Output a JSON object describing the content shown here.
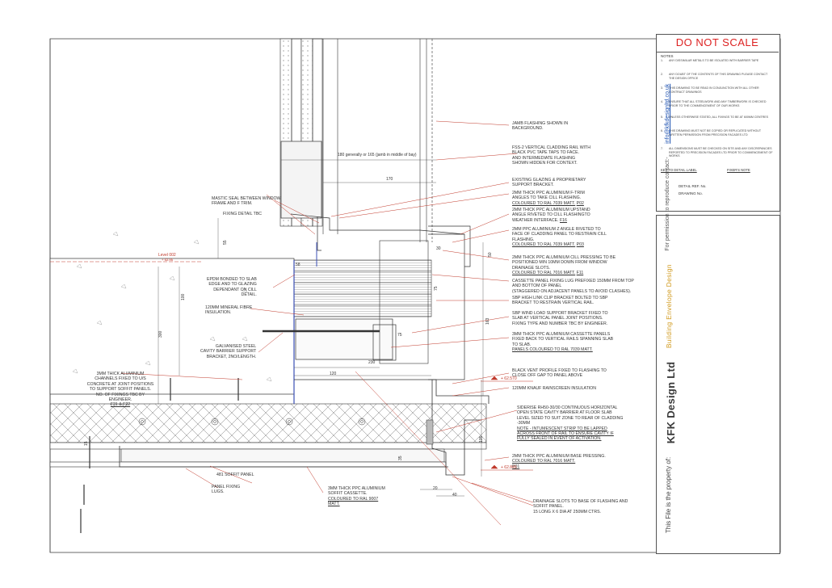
{
  "title_block": {
    "do_not_scale": "DO NOT SCALE",
    "notes_heading": "NOTES",
    "notes": [
      {
        "num": "1.",
        "text": "ANY DISSIMILAR METALS TO BE ISOLATED WITH BARRIER TAPE"
      },
      {
        "num": "2.",
        "text": "ANY DOUBT OF THE CONTENTS OF THIS DRAWING PLEASE CONTACT THE DESIGN OFFICE"
      },
      {
        "num": "3.",
        "text": "THIS DRAWING TO BE READ IN CONJUNCTION WITH ALL OTHER CONTRACT DRAWINGS"
      },
      {
        "num": "4.",
        "text": "ENSURE THAT ALL STEELWORK AND ANY TIMBERWORK IS CHECKED PRIOR TO THE COMMENCEMENT OF OUR WORKS"
      },
      {
        "num": "5.",
        "text": "UNLESS OTHERWISE STATED, ALL FIXINGS TO BE AT 600mm CENTRES"
      },
      {
        "num": "6.",
        "text": "THIS DRAWING MUST NOT BE COPIED OR REPLICATED WITHOUT WRITTEN PERMISSION FROM PRECISION FACADES LTD"
      },
      {
        "num": "7.",
        "text": "ALL DIMENSIONS MUST BE CHECKED ON SITE AND ANY DISCREPANCIES REPORTED TO PRECISION FACADES LTD PRIOR TO COMMENCEMENT OF WORKS"
      }
    ],
    "key_left": "KEY TO DETAIL LABEL",
    "key_right": "FIXER'S NOTE",
    "detail_ref": "DETAIL REF. No.",
    "drawing_no": "DRAWING No.",
    "ownership": "This File is the property of:",
    "company": "KFK Design Ltd",
    "tagline": "Building Envelope Design",
    "permission": "For permission to reproduce contact:-",
    "email": "info@kfkdesignltd.co.uk"
  },
  "labels": {
    "jamb_flashing": "JAMB FLASHING SHOWN IN\nBACKGROUND.",
    "fss2_rail": "FSS-2 VERTICAL CLADDING RAIL WITH\nBLACK PVC TAPE TAPS TO FACE.\nAND INTERMEDIATE FLASHING\nSHOWN HIDDEN FOR CONTEXT.",
    "mastic_seal": "MASTIC SEAL BETWEEN WINDOW\nFRAME AND F TRIM.",
    "fixing_detail": "FIXING DETAIL TBC",
    "existing_glazing": "EXISTING GLAZING & PROPRIETARY\nSUPPORT BRACKET.",
    "ftrim_1": "2mm THICK PPC ALUMINIUM F-TRIM\nANGLES TO TAKE CILL FLASHING.",
    "ftrim_2": "COLOURED TO RAL 7039 MATT.",
    "ftrim_ref": "P02",
    "upstand_1": "2mm THICK PPC ALUMINIUM UPSTAND\nANGLE RIVETED TO CILL FLASHINGTO\nWEATHER INTERFACE.",
    "upstand_ref": "F16",
    "zangle_1": "2MM PPC ALUMINIUM Z ANGLE RIVETED TO\nFACE OF CLADDING PANEL TO RESTRAIN CILL\nFLASHING.",
    "zangle_2": "COLOURED TO RAL 7039 MATT.",
    "zangle_ref": "P03",
    "cill_pressing_1": "2MM THICK PPC ALUMINIUM CILL PRESSING TO BE\nPOSITIONED MIN 10MM DOWN FROM WINDOW\nDRAINAGE SLOTS.",
    "cill_pressing_2": "COLOURED TO RAL 7016 MATT.",
    "cill_pressing_ref": "F11",
    "cassette_lug": "CASSETTE PANEL FIXING LUG PREFIXED 150MM FROM TOP\nAND BOTTOM OF PANEL\n(STAGGERED ON ADJACENT PANELS TO AVOID CLASHES).",
    "sbp_clip": "SBP HIGH LINK CLIP BRACKET BOLTED TO SBP\nBRACKET TO RESTRAIN VERTICAL RAIL.",
    "sbp_wind": "SBP WIND LOAD SUPPORT BRACKET FIXED TO\nSLAB AT VERTICAL PANEL JOINT POSITIONS.\nFIXING TYPE AND NUMBER TBC BY ENGINEER.",
    "cassette_3mm_1": "3MM THICK PPC ALUMINIUM CASSETTE PANELS\nFIXED BACK TO VERTICAL RAILS SPANNING SLAB\nTO SLAB.",
    "cassette_3mm_2": "PANELS COLOURED TO RAL 7039 MATT.",
    "epdm": "EPDM BONDED TO SLAB\nEDGE AND TO GLAZING\nDEPENDANT ON CILL\nDETAIL.",
    "mineral_fibre": "120MM MINERAL FIBRE\nINSULATION.",
    "cavity_barrier": "GALVANISED STEEL\nCAVITY BARRIER SUPPORT\nBRACKET, 2NO/LENGTH.",
    "channels": "3MM THICK ALUMINIUM\nCHANNELS FIXED TO U/S\nCONCRETE AT JOINT POSITIONS\nTO SUPPORT SOFFIT PANELS.\nNO. OF FIXINGS TBC BY\nENGINEER.",
    "channels_ref": "F21 & F22",
    "black_vent": "BLACK VENT PROFILE FIXED TO FLASHING TO\nCLOSE OFF GAP TO PANEL ABOVE",
    "knauf": "120MM KNAUF RAINSCREEN INSULATION",
    "siderise": "SIDERISE RH50-30/30 CONTINUOUS HORIZONTAL\nOPEN STATE CAVITY BARRIER AT FLOOR SLAB\nLEVEL SIZED TO SUIT ZONE TO REAR OF CLADDING\n-30MM",
    "siderise_note": "NOTE - INTUMESCENT STRIP TO BE LAPPED\nACROSS FRONT OF RAIL TO ENSURE CAVITY IF\nFULLY SEALED IN EVENT OF ACTIVATION.",
    "base_pressing_1": "2MM THICK PPC ALUMINIUM BASE PRESSING.",
    "base_pressing_2": "COLOURED TO RAL 7016 MATT.",
    "base_pressing_ref": "P01",
    "sofft_panel": "481 SOFFIT PANEL",
    "panel_fixing": "PANEL FIXING\nLUGS.",
    "sofft_cassette_1": "3MM THICK PPC ALUMINIUM\nSOFFIT CASSETTE.",
    "sofft_cassette_2": "COLOURED TO RAL 9007\nMATT.",
    "drainage": "DRAINAGE SLOTS TO BASE OF FLASHING AND\nSOFFIT PANEL.\n15 LONG X 6 DIA AT 250MM CTRS."
  },
  "dimensions": {
    "d180": "180 generally or 165 (jamb in middle of bay)",
    "d170": "170",
    "d55": "55",
    "d30": "30",
    "d50": "50",
    "d75a": "75",
    "d75b": "75",
    "d163": "163",
    "d100": "100",
    "d300": "300",
    "d120": "120",
    "d230": "230",
    "d15": "15",
    "d35": "35",
    "d105": "105",
    "d20": "20",
    "d40": "40",
    "d58": "58"
  },
  "levels": {
    "level_002_name": "Level 002",
    "level_002_value": "+ 62.95",
    "lvl_a": "+ 62.570",
    "lvl_b": "+ 62.845"
  },
  "colors": {
    "line": "#333333",
    "red": "#c0392b",
    "hatch_blue": "#3b4fb5",
    "brand_gold": "#d19a1e",
    "link_blue": "#1a4fb0"
  }
}
